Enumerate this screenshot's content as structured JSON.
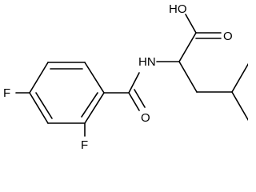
{
  "molecule": {
    "atoms": {
      "hydroxyl": "HO",
      "carbonyl_oxygen_acid": "O",
      "amide_nitrogen": "HN",
      "carbonyl_oxygen_amide": "O",
      "fluorine_para": "F",
      "fluorine_ortho": "F"
    }
  }
}
